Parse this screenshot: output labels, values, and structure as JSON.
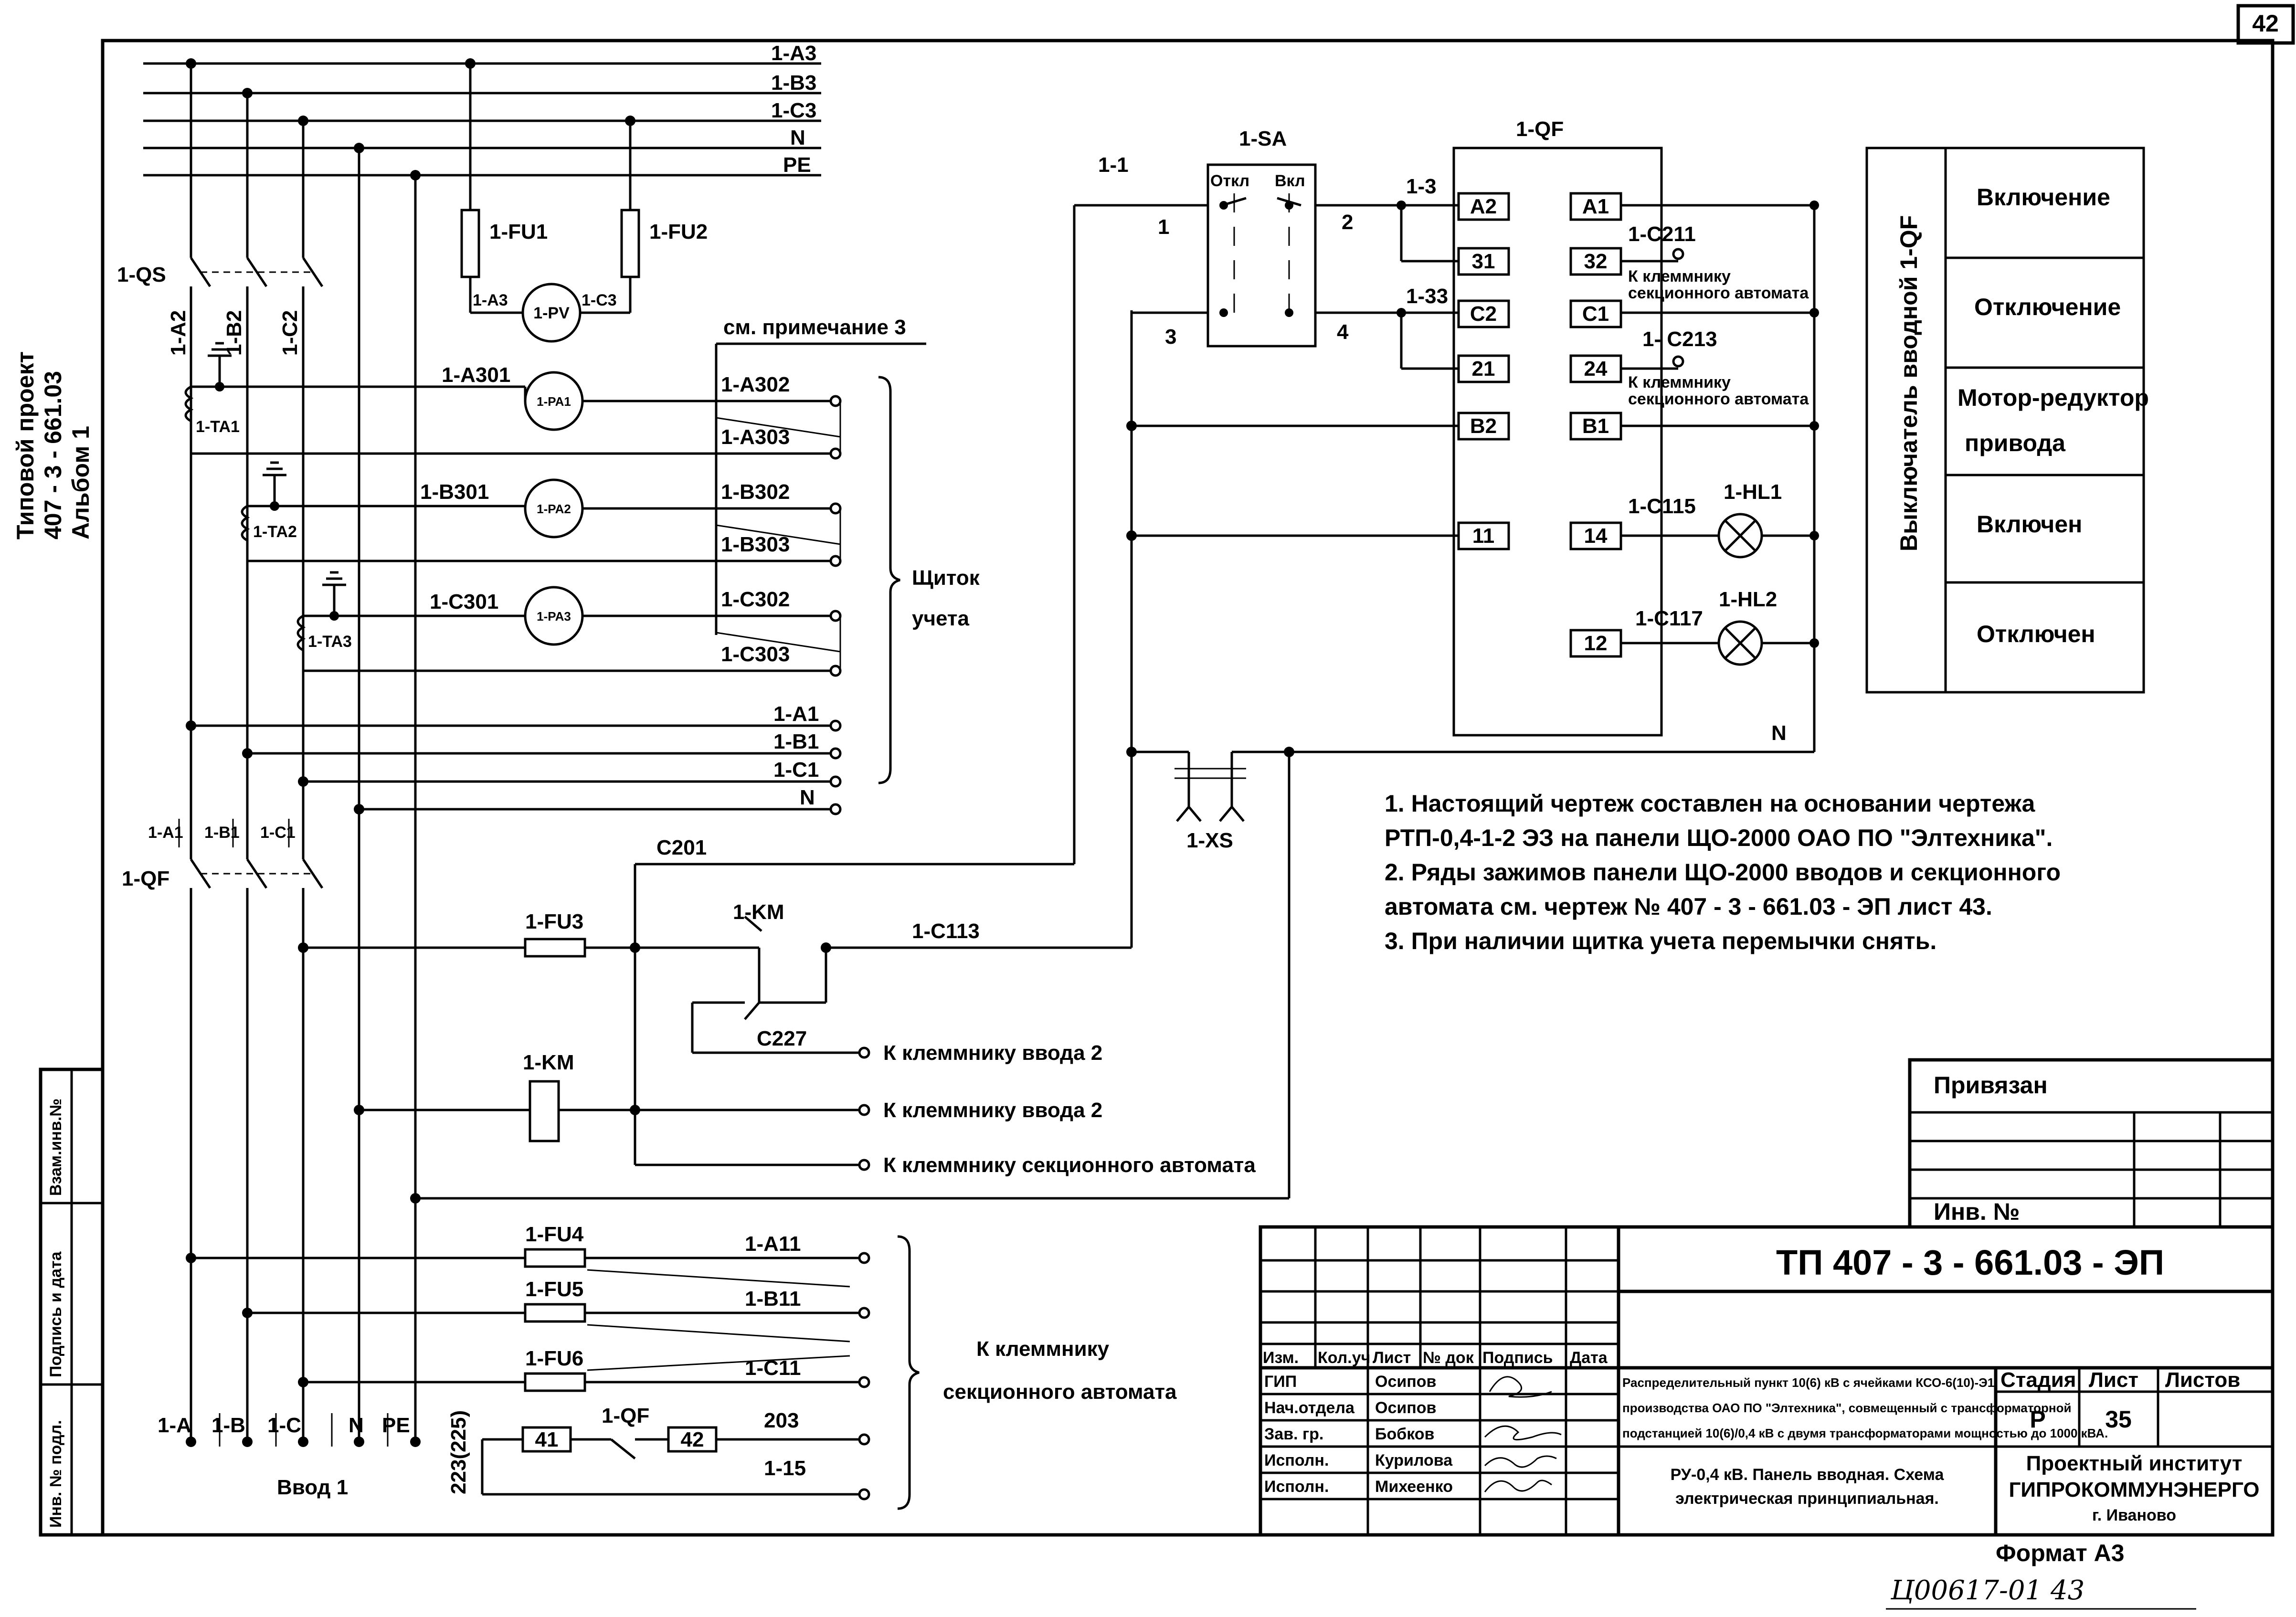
{
  "sheet_number": "42",
  "side_stamp": {
    "line1": "Типовой проект",
    "line2": "407 - 3 - 661.03",
    "line3": "Альбом  1"
  },
  "left_strip": {
    "vzam": "Взам.инв.№",
    "podpis": "Подпись и дата",
    "inv": "Инв. № подл."
  },
  "bus": {
    "a": "1-А3",
    "b": "1-В3",
    "c": "1-С3",
    "n": "N",
    "pe": "PE"
  },
  "fuses_top": {
    "fu1": "1-FU1",
    "fu2": "1-FU2",
    "a3": "1-А3",
    "c3": "1-С3",
    "pv": "1-PV"
  },
  "qs": {
    "label": "1-QS",
    "a2": "1-А2",
    "b2": "1-В2",
    "c2": "1-С2"
  },
  "ta": {
    "ta1": "1-TA1",
    "ta2": "1-TA2",
    "ta3": "1-TA3"
  },
  "meters": {
    "pa1": "1-PA1",
    "pa2": "1-PA2",
    "pa3": "1-PA3",
    "a301": "1-А301",
    "b301": "1-В301",
    "c301": "1-С301",
    "a302": "1-А302",
    "a303": "1-А303",
    "b302": "1-В302",
    "b303": "1-В303",
    "c302": "1-С302",
    "c303": "1-С303",
    "note_ref": "см. примечание 3",
    "panel_line1": "Щиток",
    "panel_line2": "учета"
  },
  "bus_out": {
    "a1": "1-А1",
    "b1": "1-В1",
    "c1": "1-С1",
    "n": "N"
  },
  "qf_main": {
    "label": "1-QF",
    "a1": "1-А1",
    "b1": "1-В1",
    "c1": "1-С1"
  },
  "bottom_terms": {
    "a": "1-А",
    "b": "1-В",
    "c": "1-С",
    "n": "N",
    "pe": "PE",
    "input": "Ввод 1"
  },
  "control": {
    "c201": "С201",
    "fu3": "1-FU3",
    "km": "1-KM",
    "km_coil": "1-KM",
    "c113": "1-С113",
    "c227": "С227",
    "to_input2_a": "К клеммнику ввода 2",
    "to_input2_b": "К клеммнику ввода 2",
    "to_section": "К клеммнику секционного автомата"
  },
  "lower": {
    "fu4": "1-FU4",
    "fu5": "1-FU5",
    "fu6": "1-FU6",
    "a11": "1-А11",
    "b11": "1-В11",
    "c11": "1-С11",
    "qf": "1-QF",
    "k41": "41",
    "k42": "42",
    "w203": "203",
    "w115": "1-15",
    "w223": "223(225)",
    "brace_line1": "К клеммнику",
    "brace_line2": "секционного автомата"
  },
  "sa": {
    "label": "1-SA",
    "off": "Откл",
    "on": "Вкл",
    "w11": "1-1",
    "p1": "1",
    "p2": "2",
    "p3": "3",
    "p4": "4"
  },
  "qf_block": {
    "label": "1-QF",
    "w13": "1-3",
    "w133": "1-33",
    "left": [
      "А2",
      "31",
      "С2",
      "21",
      "В2",
      "11"
    ],
    "right": [
      "А1",
      "32",
      "С1",
      "24",
      "В1",
      "14",
      "12"
    ],
    "c211": "1-С211",
    "c213": "1- С213",
    "to_sec_a1": "К клеммнику",
    "to_sec_a2": "секционного автомата",
    "to_sec_b1": "К клеммнику",
    "to_sec_b2": "секционного автомата",
    "c115": "1-С115",
    "hl1": "1-HL1",
    "c117": "1-С117",
    "hl2": "1-HL2",
    "n": "N"
  },
  "xs": {
    "label": "1-XS"
  },
  "legend": {
    "side_title": "Выключатель вводной 1-QF",
    "rows": [
      "Включение",
      "Отключение",
      "Мотор-редуктор",
      "привода",
      "Включен",
      "Отключен"
    ]
  },
  "notes": [
    "1.  Настоящий чертеж составлен на основании чертежа",
    "РТП-0,4-1-2 ЭЗ на панели ЩО-2000 ОАО  ПО \"Элтехника\".",
    "2.  Ряды зажимов панели ЩО-2000 вводов и секционного",
    "автомата см. чертеж № 407 - 3 - 661.03 - ЭП лист 43.",
    "3.  При наличии щитка учета перемычки снять."
  ],
  "title_block": {
    "privyazan": "Привязан",
    "inv_no": "Инв. №",
    "code": "ТП  407 - 3 - 661.03 - ЭП",
    "headers": [
      "Изм.",
      "Кол.уч",
      "Лист",
      "№ док",
      "Подпись",
      "Дата"
    ],
    "roles": [
      "ГИП",
      "Нач.отдела",
      "Зав. гр.",
      "Исполн.",
      "Исполн."
    ],
    "names": [
      "Осипов",
      "Осипов",
      "Бобков",
      "Курилова",
      "Михеенко"
    ],
    "desc1": [
      "Распределительный пункт 10(6) кВ с ячейками КСО-6(10)-Э1",
      "производства ОАО ПО \"Элтехника\", совмещенный с трансформаторной",
      "подстанцией 10(6)/0,4 кВ с двумя трансформаторами мощностью до 1000 кВА."
    ],
    "desc2": [
      "РУ-0,4 кВ. Панель вводная. Схема",
      "электрическая принципиальная."
    ],
    "stage_h": "Стадия",
    "sheet_h": "Лист",
    "sheets_h": "Листов",
    "stage": "Р",
    "sheet": "35",
    "org": [
      "Проектный институт",
      "ГИПРОКОММУНЭНЕРГО",
      "г. Иваново"
    ],
    "format": "Формат А3",
    "handwritten": "Ц00617-01    43"
  }
}
